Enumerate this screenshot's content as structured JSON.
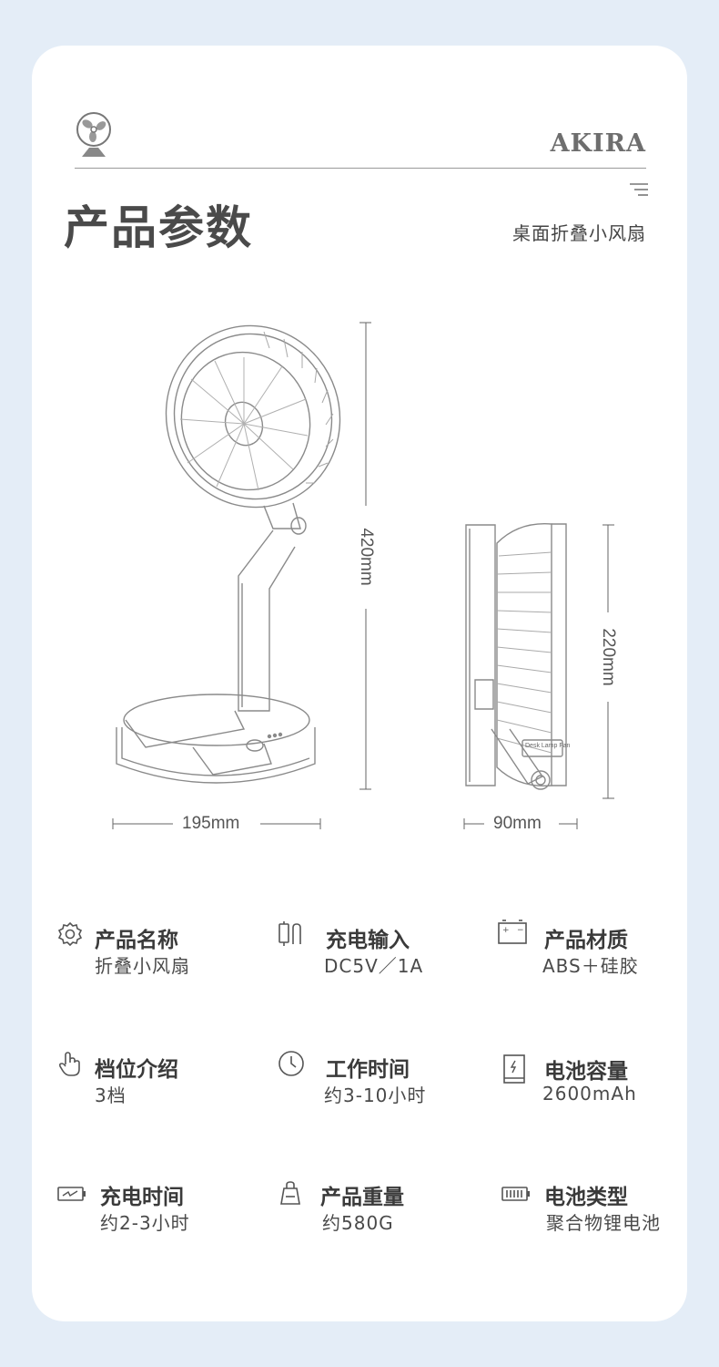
{
  "header": {
    "brand": "AKIRA",
    "title": "产品参数",
    "subtitle": "桌面折叠小风扇",
    "icons": [
      "fan-logo-icon",
      "menu-lines-icon"
    ]
  },
  "dimensions": {
    "front_height": "420mm",
    "front_width": "195mm",
    "side_height": "220mm",
    "side_depth": "90mm",
    "side_label": "Desk Lamp Fan"
  },
  "specs": [
    {
      "icon": "gear-icon",
      "label": "产品名称",
      "value": "折叠小风扇"
    },
    {
      "icon": "plug-icon",
      "label": "充电输入",
      "value": "DC5V／1A"
    },
    {
      "icon": "battery-box-icon",
      "label": "产品材质",
      "value": "ABS＋硅胶"
    },
    {
      "icon": "hand-pointer-icon",
      "label": "档位介绍",
      "value": "3档"
    },
    {
      "icon": "clock-icon",
      "label": "工作时间",
      "value": "约3-10小时"
    },
    {
      "icon": "power-bank-icon",
      "label": "电池容量",
      "value": "2600mAh"
    },
    {
      "icon": "charging-battery-icon",
      "label": "充电时间",
      "value": "约2-3小时"
    },
    {
      "icon": "weight-icon",
      "label": "产品重量",
      "value": "约580G"
    },
    {
      "icon": "battery-level-icon",
      "label": "电池类型",
      "value": "聚合物锂电池"
    }
  ]
}
